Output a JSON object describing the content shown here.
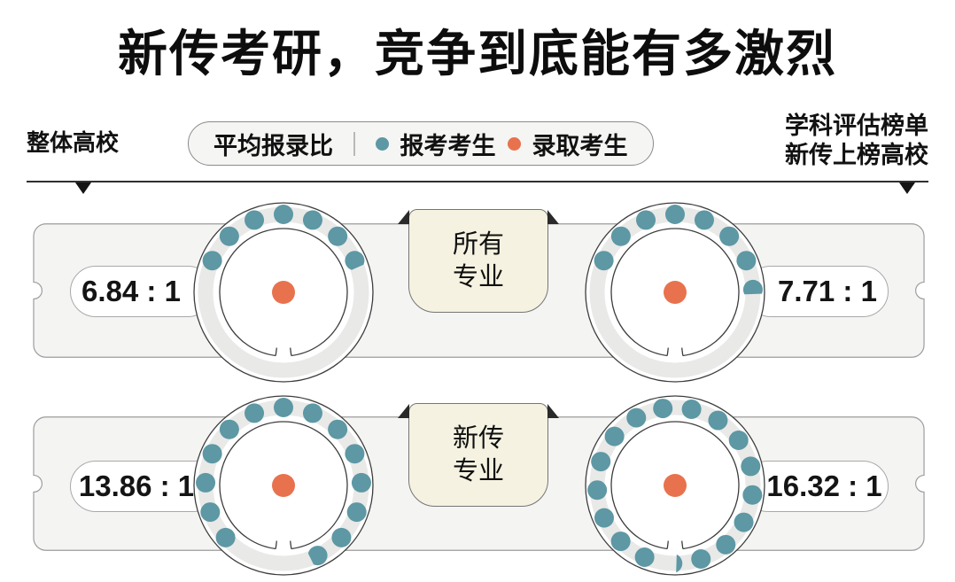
{
  "title": "新传考研，竞争到底能有多激烈",
  "header": {
    "left_label": "整体高校",
    "right_label_line1": "学科评估榜单",
    "right_label_line2": "新传上榜高校",
    "legend": {
      "metric_label": "平均报录比",
      "items": [
        {
          "label": "报考考生",
          "color": "#5d98a4"
        },
        {
          "label": "录取考生",
          "color": "#e8724e"
        }
      ]
    }
  },
  "rows": [
    {
      "group_label_line1": "所有",
      "group_label_line2": "专业",
      "left_ratio": "6.84 : 1",
      "right_ratio": "7.71 : 1"
    },
    {
      "group_label_line1": "新传",
      "group_label_line2": "专业",
      "left_ratio": "13.86 : 1",
      "right_ratio": "16.32 : 1"
    }
  ],
  "chart_data": {
    "type": "pictorial-ratio-dials",
    "title": "新传考研，竞争到底能有多激烈",
    "legend": {
      "metric": "平均报录比",
      "applicants": "报考考生",
      "admitted": "录取考生"
    },
    "columns": [
      "整体高校",
      "学科评估榜单 新传上榜高校"
    ],
    "row_groups": [
      "所有专业",
      "新传专业"
    ],
    "ratios_applicants_per_admitted": [
      [
        6.84,
        7.71
      ],
      [
        13.86,
        16.32
      ]
    ],
    "colors": {
      "applicant_dot": "#5d98a4",
      "admitted_dot": "#e8724e",
      "ring": "#e9e9e8",
      "band_bg": "#f4f4f3",
      "tab_bg": "#f5f2e1"
    },
    "dials": [
      {
        "row": "所有专业",
        "column": "整体高校",
        "ratio": 6.84,
        "label": "6.84 : 1",
        "full_dot_angles": [
          -66,
          -44,
          -22,
          0,
          22,
          44
        ],
        "partial": {
          "angle": 66,
          "fraction": 0.84
        }
      },
      {
        "row": "所有专业",
        "column": "学科评估榜单 新传上榜高校",
        "ratio": 7.71,
        "label": "7.71 : 1",
        "full_dot_angles": [
          -66,
          -44,
          -22,
          0,
          22,
          44,
          66
        ],
        "partial": {
          "angle": 88,
          "fraction": 0.71
        }
      },
      {
        "row": "新传专业",
        "column": "整体高校",
        "ratio": 13.86,
        "label": "13.86 : 1",
        "full_dot_angles": [
          -132,
          -110,
          -88,
          -66,
          -44,
          -22,
          0,
          22,
          44,
          66,
          88,
          110,
          132
        ],
        "partial": {
          "angle": 154,
          "fraction": 0.86
        }
      },
      {
        "row": "新传专业",
        "column": "学科评估榜单 新传上榜高校",
        "ratio": 16.32,
        "label": "16.32 : 1",
        "full_dot_angles": [
          -9,
          12.2,
          33.4,
          54.6,
          75.8,
          97,
          118.2,
          139.4,
          160.6,
          203,
          224.2,
          245.4,
          266.6,
          287.8,
          309,
          330.2
        ],
        "partial": {
          "angle": 181.8,
          "fraction": 0.32
        }
      }
    ]
  }
}
